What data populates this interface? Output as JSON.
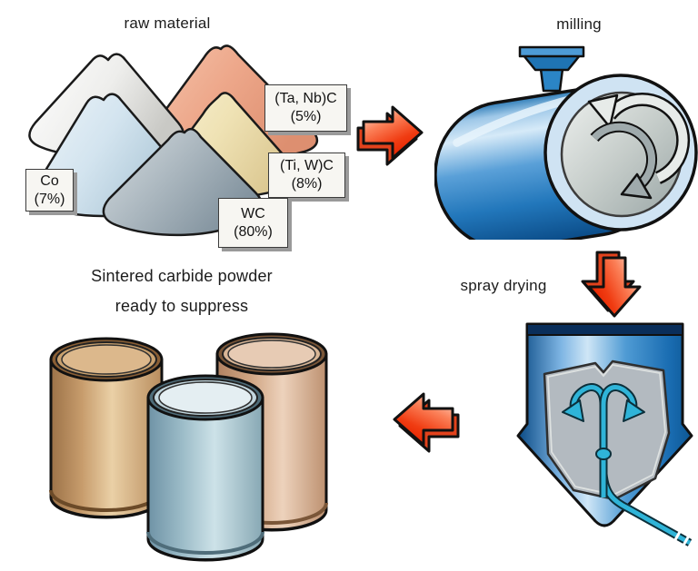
{
  "titles": {
    "raw_material": "raw material",
    "milling": "milling",
    "spray_drying": "spray drying",
    "product_line1": "Sintered carbide powder",
    "product_line2": "ready to suppress"
  },
  "powder_labels": {
    "ta_nb_c": {
      "name": "(Ta, Nb)C",
      "pct": "(5%)",
      "cone_color": "#eba98d"
    },
    "ti_w_c": {
      "name": "(Ti, W)C",
      "pct": "(8%)",
      "cone_color": "#f1e7c3"
    },
    "wc": {
      "name": "WC",
      "pct": "(80%)",
      "cone_color": "#a7b4bd"
    },
    "co": {
      "name": "Co",
      "pct": "(7%)",
      "cone_color": "#cfe0ec"
    }
  },
  "colors": {
    "arrow_red": "#ee3311",
    "mill_blue": "#1f74b8",
    "dryer_navy": "#0a2e5a",
    "pipe_teal": "#2fb4d8",
    "cone_unlabeled": "#f2f2f0",
    "barrel_tan": "#cfa472",
    "barrel_blue": "#a9c6d2",
    "barrel_rose": "#d8b294",
    "label_bg": "#f7f6f2"
  }
}
